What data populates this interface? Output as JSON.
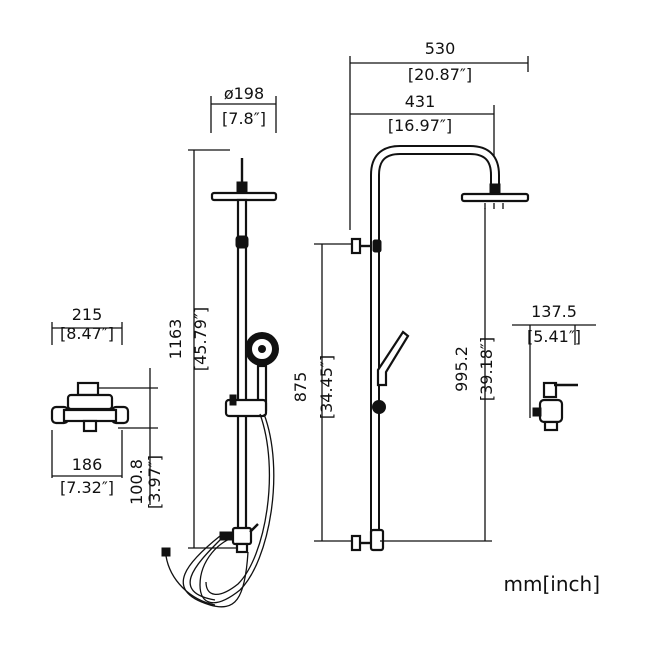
{
  "figure": {
    "units_note": "mm[inch]",
    "dimensions": {
      "head_diameter": "ø198",
      "head_diameter_in": "[7.8″]",
      "total_height": "1163",
      "total_height_in": "[45.79″]",
      "mixer_width": "215",
      "mixer_width_in": "[8.47″]",
      "mixer_body": "186",
      "mixer_body_in": "[7.32″]",
      "mixer_depth": "100.8",
      "mixer_depth_in": "[3.97″]",
      "outer_width": "530",
      "outer_width_in": "[20.87″]",
      "arm_width": "431",
      "arm_width_in": "[16.97″]",
      "bracket_spacing": "875",
      "bracket_spacing_in": "[34.45″]",
      "head_height": "995.2",
      "head_height_in": "[39.18″]",
      "side_depth": "137.5",
      "side_depth_in": "[5.41″]"
    }
  }
}
